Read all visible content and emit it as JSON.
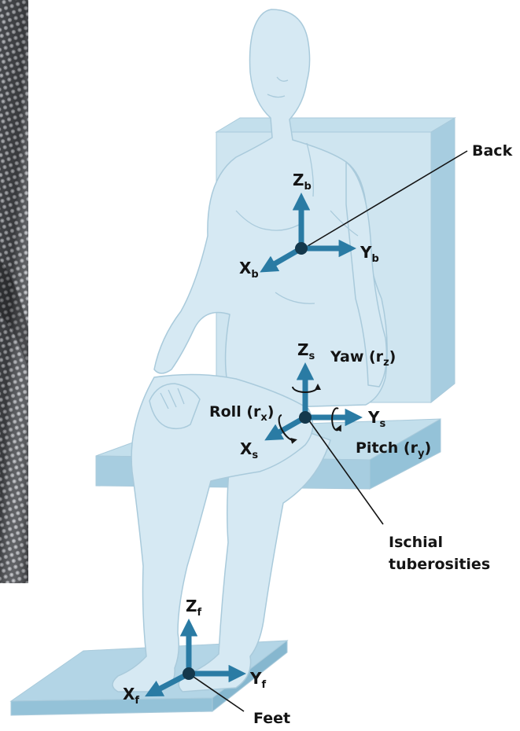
{
  "colors": {
    "skin": "#d6e9f3",
    "skin_outline": "#a9cadb",
    "seat_top": "#c3dfec",
    "seat_side": "#a7cde0",
    "arrow": "#2a7ba4",
    "node": "#14384c",
    "text": "#141414",
    "fabric_dark": "#3a3b3e",
    "fabric_light": "#8f9196"
  },
  "icons": [
    "fabric-texture",
    "seated-human-figure",
    "coordinate-axes",
    "rotation-arrow"
  ],
  "labels": {
    "back": "Back",
    "ischial_line1": "Ischial",
    "ischial_line2": "tuberosities",
    "feet": "Feet",
    "yaw": "Yaw (r",
    "yaw_sub": "z",
    "roll": "Roll (r",
    "roll_sub": "x",
    "pitch": "Pitch (r",
    "pitch_sub": "y",
    "close_paren": ")"
  },
  "axes": {
    "back": {
      "z": "Z",
      "z_sub": "b",
      "y": "Y",
      "y_sub": "b",
      "x": "X",
      "x_sub": "b"
    },
    "seat": {
      "z": "Z",
      "z_sub": "s",
      "y": "Y",
      "y_sub": "s",
      "x": "X",
      "x_sub": "s"
    },
    "feet": {
      "z": "Z",
      "z_sub": "f",
      "y": "Y",
      "y_sub": "f",
      "x": "X",
      "x_sub": "f"
    }
  }
}
